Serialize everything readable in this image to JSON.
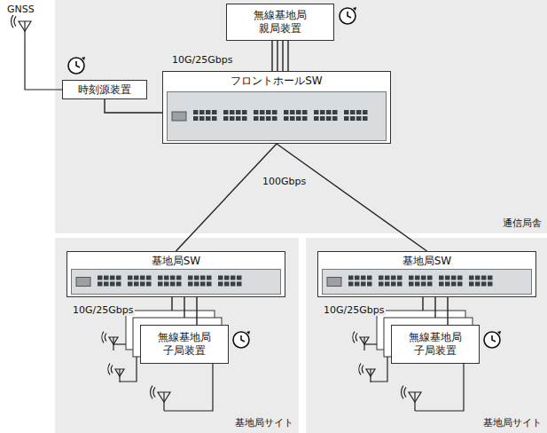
{
  "diagram": {
    "nodes": [
      {
        "text": [
          "通信局舎"
        ]
      },
      {
        "text": [
          "無線基地局 親局装置"
        ],
        "in": 0
      },
      {
        "text": [
          "時刻源装置"
        ],
        "in": 0
      },
      {
        "text": [
          "フロントホールSW"
        ],
        "in": 0
      },
      {
        "text": [
          "基地局サイト"
        ]
      },
      {
        "text": [
          "基地局SW"
        ],
        "in": 4
      },
      {
        "text": [
          "無線基地局 子局装置"
        ],
        "in": 4
      },
      {
        "text": [
          "基地局サイト"
        ]
      },
      {
        "text": [
          "基地局SW"
        ],
        "in": 7
      },
      {
        "text": [
          "無線基地局 子局装置"
        ],
        "in": 7
      }
    ],
    "edges": [
      {
        "from": 1,
        "to": 3,
        "arrow": "none",
        "label": "10G/25Gbps"
      },
      {
        "from": 2,
        "to": 3,
        "arrow": "none"
      },
      {
        "from": 3,
        "to": 5,
        "arrow": "none"
      },
      {
        "from": 3,
        "to": 8,
        "arrow": "none"
      },
      {
        "from": 5,
        "to": 6,
        "arrow": "none",
        "label": "10G/25Gbps"
      },
      {
        "from": 8,
        "to": 9,
        "arrow": "none",
        "label": "10G/25Gbps"
      }
    ],
    "labels": [
      "GNSS",
      "100Gbps"
    ]
  }
}
